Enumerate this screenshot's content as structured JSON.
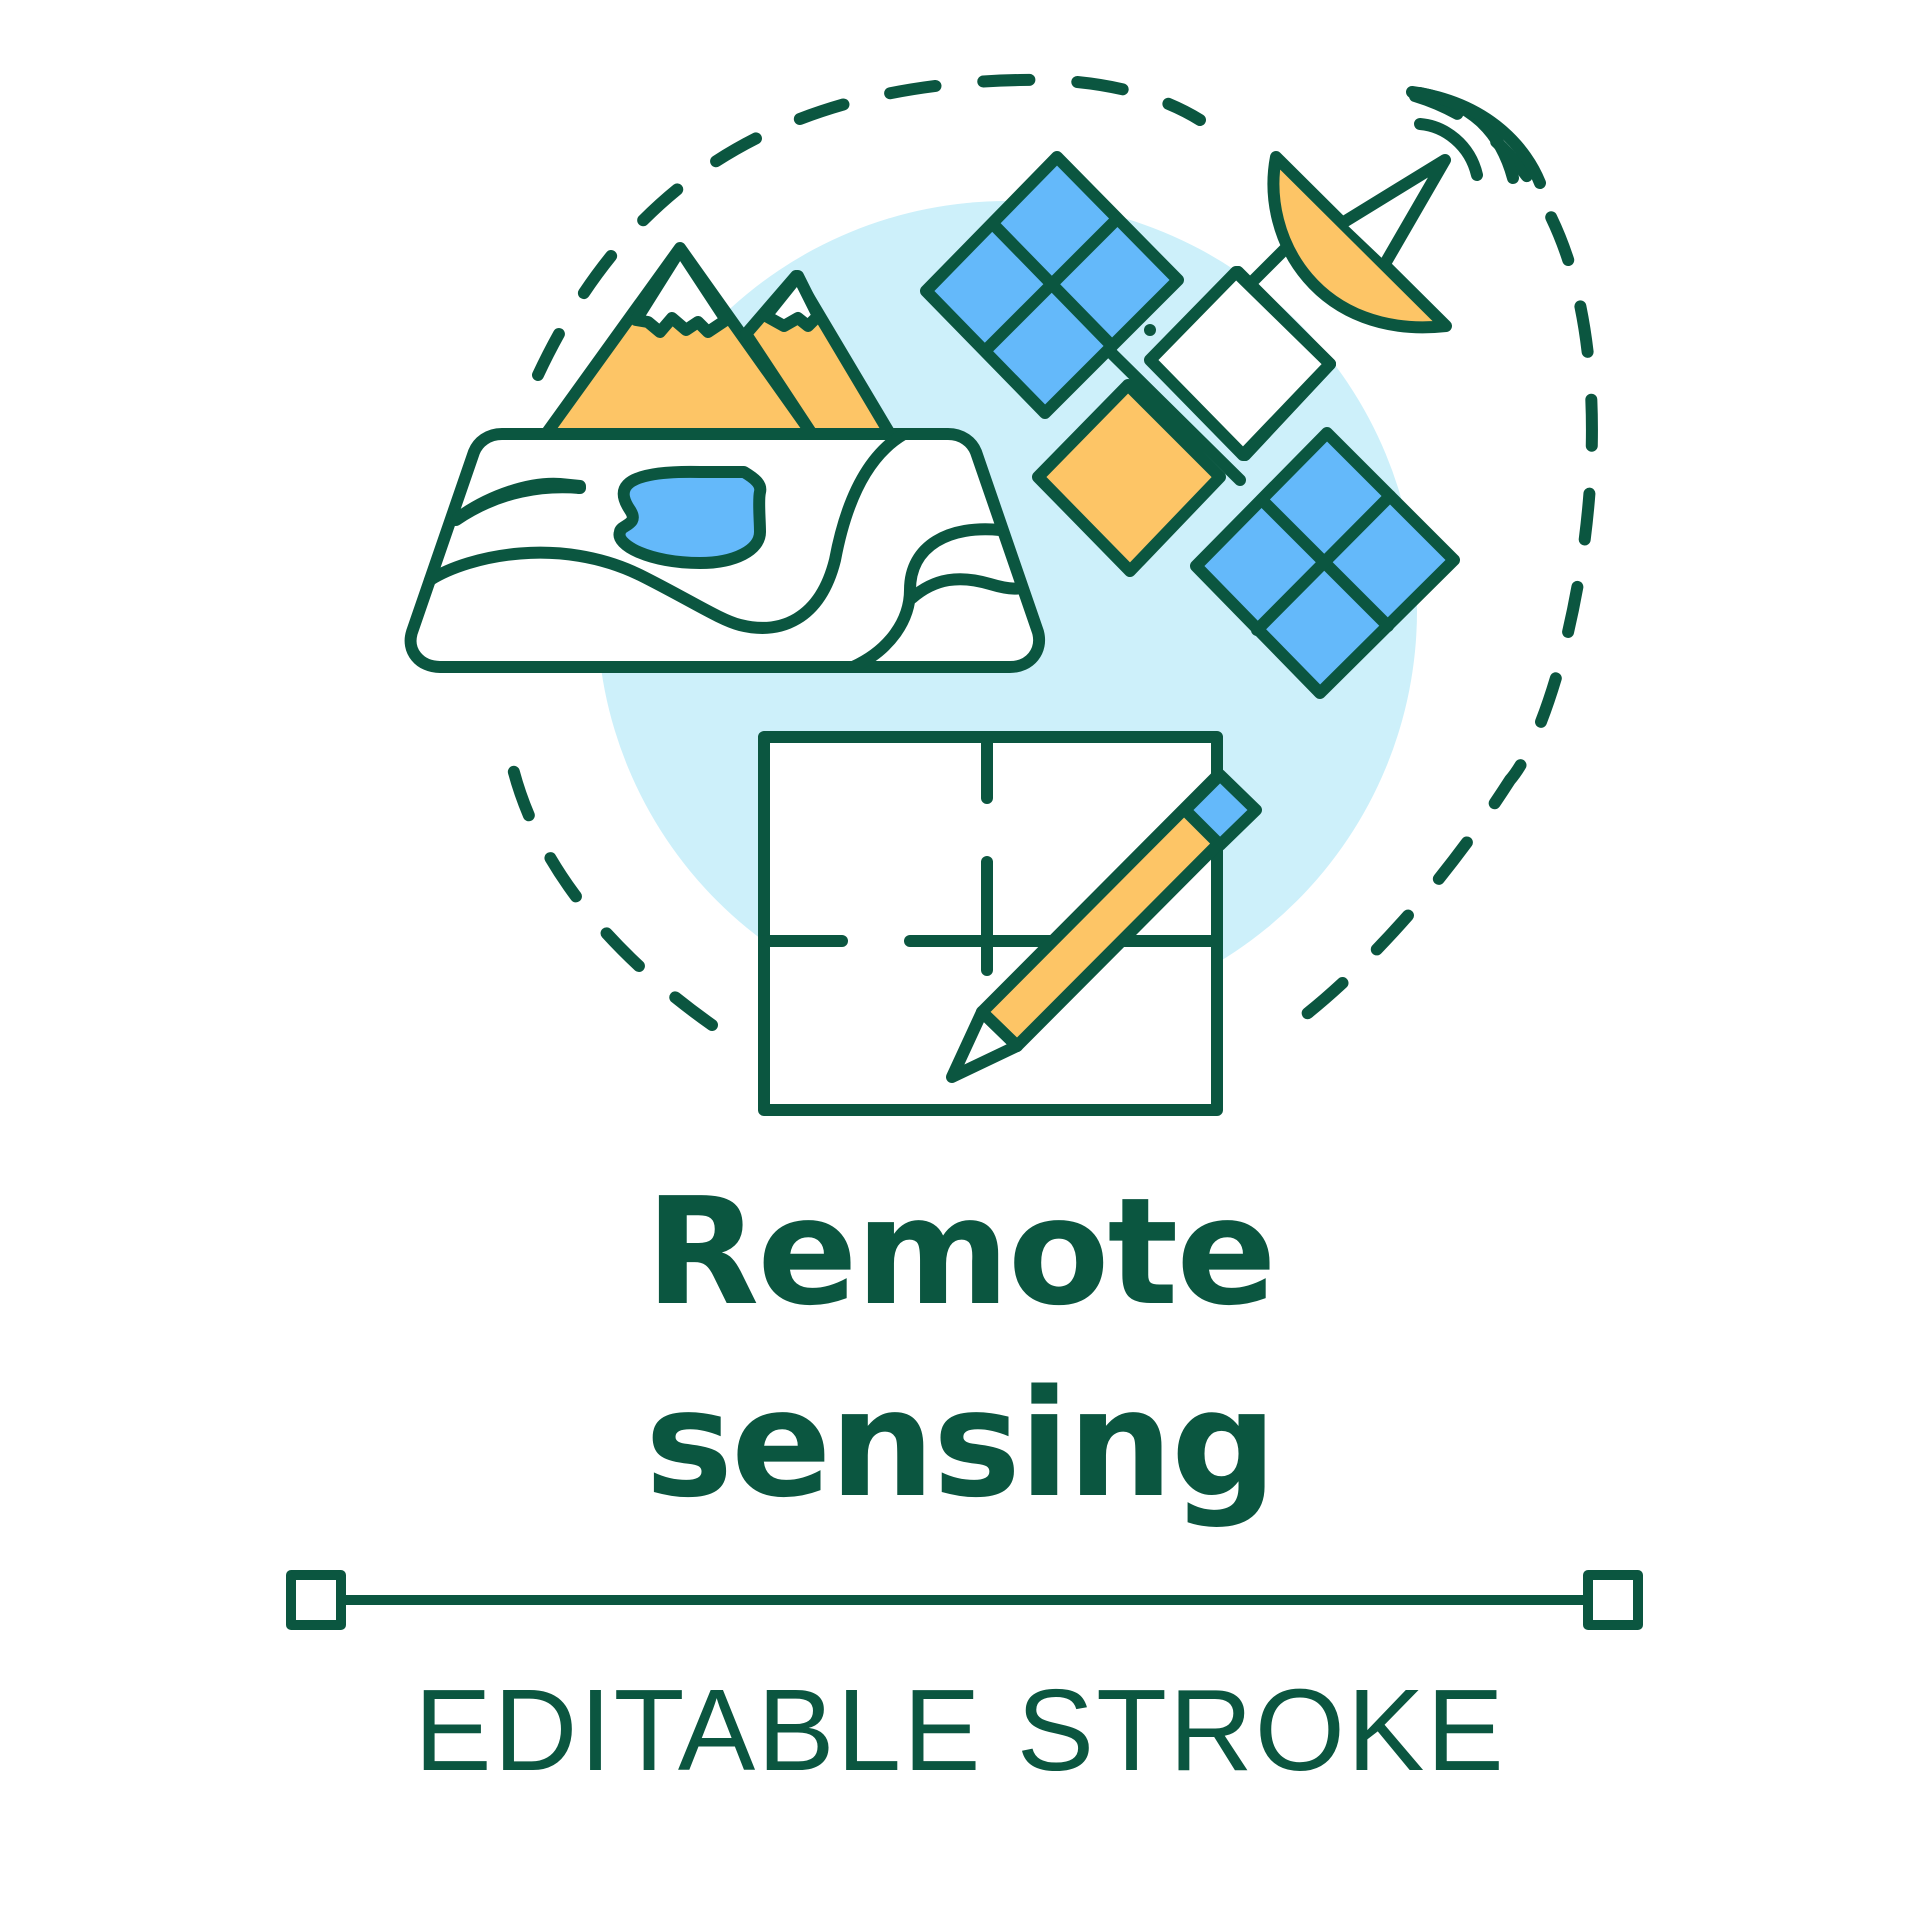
{
  "title": {
    "line1": "Remote",
    "line2": "sensing"
  },
  "caption": "EDITABLE STROKE",
  "colors": {
    "stroke": "#0b5640",
    "backdrop": "#cdf0fa",
    "blue": "#64b9fa",
    "orange": "#fdc566",
    "white": "#ffffff"
  },
  "icons": [
    "map-icon",
    "mountains-icon",
    "lake-icon",
    "satellite-icon",
    "solar-panel-icon",
    "satellite-dish-icon",
    "signal-waves-icon",
    "grid-paper-icon",
    "pencil-icon",
    "stroke-handle-icon"
  ]
}
